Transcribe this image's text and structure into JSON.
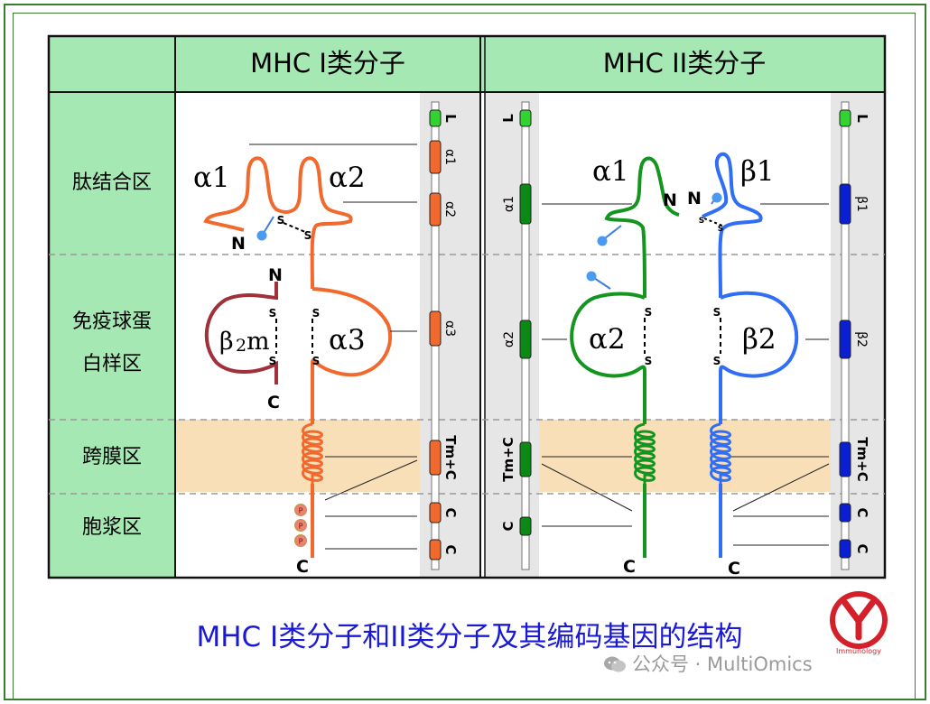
{
  "header": {
    "mhc1_title": "MHC I类分子",
    "mhc2_title": "MHC II类分子"
  },
  "regions": {
    "peptide_binding": "肽结合区",
    "ig_like_line1": "免疫球蛋",
    "ig_like_line2": "白样区",
    "transmembrane": "跨膜区",
    "cytoplasmic": "胞浆区"
  },
  "mhc1_labels": {
    "alpha1": "α1",
    "alpha2": "α2",
    "alpha3": "α3",
    "b2m_beta": "β",
    "b2m_sub": "2",
    "b2m_m": "m",
    "n_alpha": "N",
    "n_b2m": "N",
    "c_b2m": "C",
    "c_alpha": "C",
    "s": "S",
    "p": "P"
  },
  "mhc1_gene": [
    "L",
    "α1",
    "α2",
    "α3",
    "Tm+C",
    "C",
    "C"
  ],
  "mhc2_labels": {
    "alpha1": "α1",
    "alpha2": "α2",
    "beta1": "β1",
    "beta2": "β2",
    "n_alpha": "N",
    "n_beta": "N",
    "c_alpha": "C",
    "c_beta": "C",
    "s": "S"
  },
  "mhc2_alpha_gene": [
    "L",
    "α1",
    "α2",
    "Tm+C",
    "C"
  ],
  "mhc2_beta_gene": [
    "L",
    "β1",
    "β2",
    "Tm+C",
    "C",
    "C"
  ],
  "caption": "MHC I类分子和II类分子及其编码基因的结构",
  "watermark": "公众号 · MultiOmics",
  "logo_text": "Immunology",
  "colors": {
    "table_green": "#a5e8b4",
    "membrane": "#f8dfb8",
    "mhc1_chain": "#f2692e",
    "b2m_chain": "#a0303a",
    "mhc2_alpha": "#14951f",
    "mhc2_beta": "#2f6ef5",
    "gene_l": "#32d232",
    "gene_dark_green": "#0a8a14",
    "gene_blue": "#0a1ed2",
    "caption": "#1a1ad6",
    "frame": "#3a7d2e",
    "logo": "#d4202a"
  }
}
